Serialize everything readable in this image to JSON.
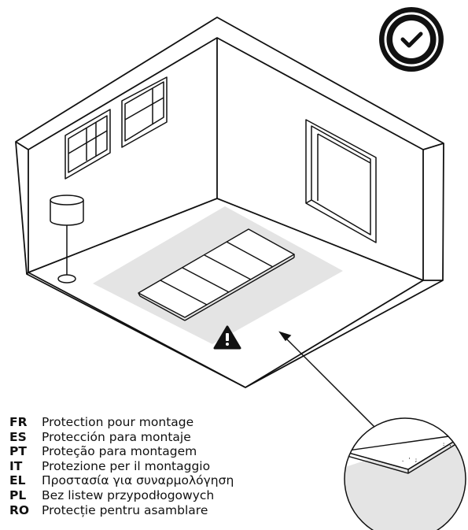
{
  "status_badge": {
    "icon": "checkmark-icon",
    "color": "#111111"
  },
  "warning": {
    "icon": "warning-triangle-icon",
    "glyph": "!"
  },
  "colors": {
    "ink": "#111111",
    "floor_zone": "#e4e4e4",
    "background": "#ffffff"
  },
  "legend": [
    {
      "code": "FR",
      "text": "Protection pour montage"
    },
    {
      "code": "ES",
      "text": "Protección para montaje"
    },
    {
      "code": "PT",
      "text": "Proteção para montagem"
    },
    {
      "code": "IT",
      "text": "Protezione per il montaggio"
    },
    {
      "code": "EL",
      "text": "Προστασία για συναρμολόγηση"
    },
    {
      "code": "PL",
      "text": "Bez listew przypodłogowych"
    },
    {
      "code": "RO",
      "text": "Protecție pentru asamblare"
    }
  ]
}
